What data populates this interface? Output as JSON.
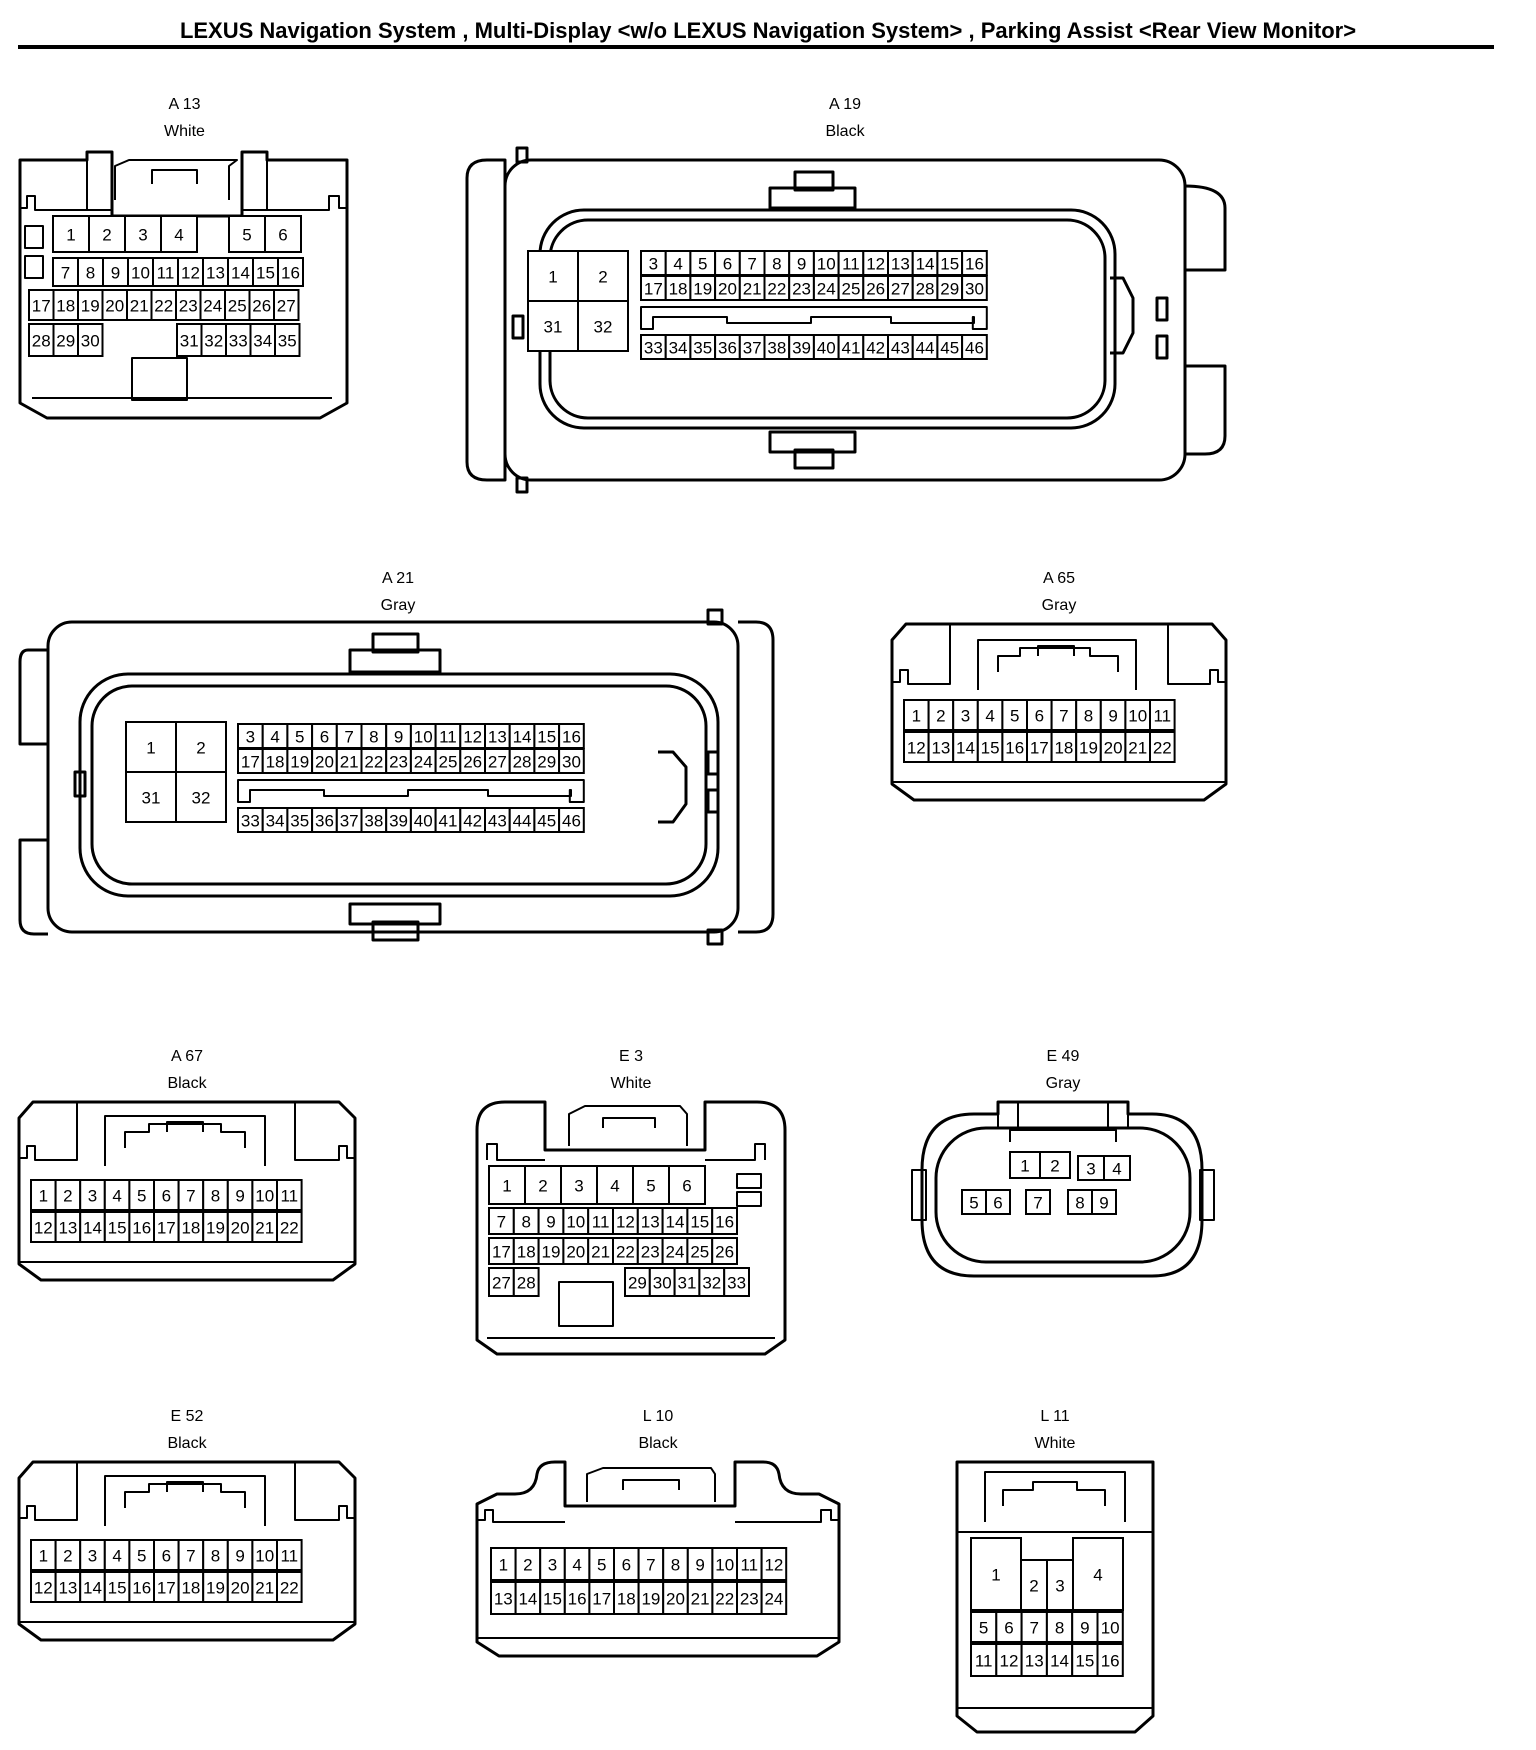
{
  "title": "LEXUS Navigation System , Multi-Display <w/o LEXUS Navigation System> , Parking Assist <Rear View Monitor>",
  "connectors": [
    {
      "key": "A13",
      "id": "A 13",
      "color": "White",
      "rows": [
        [
          "1",
          "2",
          "3",
          "4",
          "",
          "5",
          "6"
        ],
        [
          "7",
          "8",
          "9",
          "10",
          "11",
          "12",
          "13",
          "14",
          "15",
          "16"
        ],
        [
          "17",
          "18",
          "19",
          "20",
          "21",
          "22",
          "23",
          "24",
          "25",
          "26",
          "27"
        ],
        [
          "28",
          "29",
          "30",
          "31",
          "32",
          "33",
          "34",
          "35"
        ]
      ]
    },
    {
      "key": "A19",
      "id": "A 19",
      "color": "Black",
      "big": [
        "1",
        "2",
        "31",
        "32"
      ],
      "rows": [
        [
          "3",
          "4",
          "5",
          "6",
          "7",
          "8",
          "9",
          "10",
          "11",
          "12",
          "13",
          "14",
          "15",
          "16"
        ],
        [
          "17",
          "18",
          "19",
          "20",
          "21",
          "22",
          "23",
          "24",
          "25",
          "26",
          "27",
          "28",
          "29",
          "30"
        ],
        [
          "33",
          "34",
          "35",
          "36",
          "37",
          "38",
          "39",
          "40",
          "41",
          "42",
          "43",
          "44",
          "45",
          "46"
        ]
      ]
    },
    {
      "key": "A21",
      "id": "A 21",
      "color": "Gray",
      "big": [
        "1",
        "2",
        "31",
        "32"
      ],
      "rows": [
        [
          "3",
          "4",
          "5",
          "6",
          "7",
          "8",
          "9",
          "10",
          "11",
          "12",
          "13",
          "14",
          "15",
          "16"
        ],
        [
          "17",
          "18",
          "19",
          "20",
          "21",
          "22",
          "23",
          "24",
          "25",
          "26",
          "27",
          "28",
          "29",
          "30"
        ],
        [
          "33",
          "34",
          "35",
          "36",
          "37",
          "38",
          "39",
          "40",
          "41",
          "42",
          "43",
          "44",
          "45",
          "46"
        ]
      ]
    },
    {
      "key": "A65",
      "id": "A 65",
      "color": "Gray",
      "rows": [
        [
          "1",
          "2",
          "3",
          "4",
          "5",
          "6",
          "7",
          "8",
          "9",
          "10",
          "11"
        ],
        [
          "12",
          "13",
          "14",
          "15",
          "16",
          "17",
          "18",
          "19",
          "20",
          "21",
          "22"
        ]
      ]
    },
    {
      "key": "A67",
      "id": "A 67",
      "color": "Black",
      "rows": [
        [
          "1",
          "2",
          "3",
          "4",
          "5",
          "6",
          "7",
          "8",
          "9",
          "10",
          "11"
        ],
        [
          "12",
          "13",
          "14",
          "15",
          "16",
          "17",
          "18",
          "19",
          "20",
          "21",
          "22"
        ]
      ]
    },
    {
      "key": "E3",
      "id": "E 3",
      "color": "White",
      "rows": [
        [
          "1",
          "2",
          "3",
          "4",
          "5",
          "6"
        ],
        [
          "7",
          "8",
          "9",
          "10",
          "11",
          "12",
          "13",
          "14",
          "15",
          "16"
        ],
        [
          "17",
          "18",
          "19",
          "20",
          "21",
          "22",
          "23",
          "24",
          "25",
          "26"
        ],
        [
          "27",
          "28",
          "29",
          "30",
          "31",
          "32",
          "33"
        ]
      ]
    },
    {
      "key": "E49",
      "id": "E 49",
      "color": "Gray",
      "rows": [
        [
          "1",
          "2",
          "3",
          "4"
        ],
        [
          "5",
          "6",
          "7",
          "8",
          "9"
        ]
      ]
    },
    {
      "key": "E52",
      "id": "E 52",
      "color": "Black",
      "rows": [
        [
          "1",
          "2",
          "3",
          "4",
          "5",
          "6",
          "7",
          "8",
          "9",
          "10",
          "11"
        ],
        [
          "12",
          "13",
          "14",
          "15",
          "16",
          "17",
          "18",
          "19",
          "20",
          "21",
          "22"
        ]
      ]
    },
    {
      "key": "L10",
      "id": "L 10",
      "color": "Black",
      "rows": [
        [
          "1",
          "2",
          "3",
          "4",
          "5",
          "6",
          "7",
          "8",
          "9",
          "10",
          "11",
          "12"
        ],
        [
          "13",
          "14",
          "15",
          "16",
          "17",
          "18",
          "19",
          "20",
          "21",
          "22",
          "23",
          "24"
        ]
      ]
    },
    {
      "key": "L11",
      "id": "L 11",
      "color": "White",
      "rows": [
        [
          "1",
          "2",
          "3",
          "4"
        ],
        [
          "5",
          "6",
          "7",
          "8",
          "9",
          "10"
        ],
        [
          "11",
          "12",
          "13",
          "14",
          "15",
          "16"
        ]
      ]
    }
  ]
}
